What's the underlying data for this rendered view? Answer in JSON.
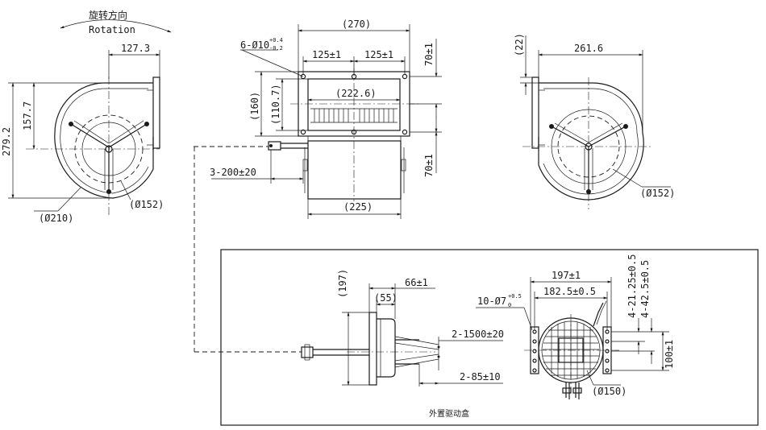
{
  "rotation": {
    "cn": "旋转方向",
    "en": "Rotation"
  },
  "left_view": {
    "d_127_3": "127.3",
    "d_279_2": "279.2",
    "d_157_7": "157.7",
    "d_210": "(Ø210)",
    "d_152": "(Ø152)"
  },
  "front_view": {
    "d_270": "(270)",
    "holes": "6-Ø10",
    "holes_tol_up": "+0.4",
    "holes_tol_dn": "-0.2",
    "d_125a": "125±1",
    "d_125b": "125±1",
    "d_70_top": "70±1",
    "d_222_6": "(222.6)",
    "d_160": "(160)",
    "d_110_7": "(110.7)",
    "d_70_bot": "70±1",
    "d_3_200": "3-200±20",
    "d_225": "(225)"
  },
  "right_view": {
    "d_22": "(22)",
    "d_261_6": "261.6",
    "d_152": "(Ø152)"
  },
  "driver_box": {
    "caption": "外置驱动盒",
    "d_197": "(197)",
    "d_55": "(55)",
    "d_66": "66±1",
    "d_2_1500": "2-1500±20",
    "d_2_85": "2-85±10",
    "d_197_1": "197±1",
    "d_182_5": "182.5±0.5",
    "holes": "10-Ø7",
    "holes_tol_up": "+0.5",
    "holes_tol_dn": "0",
    "d_4_21_25": "4-21.25±0.5",
    "d_4_42_5": "4-42.5±0.5",
    "d_100": "100±1",
    "d_150": "(Ø150)"
  }
}
